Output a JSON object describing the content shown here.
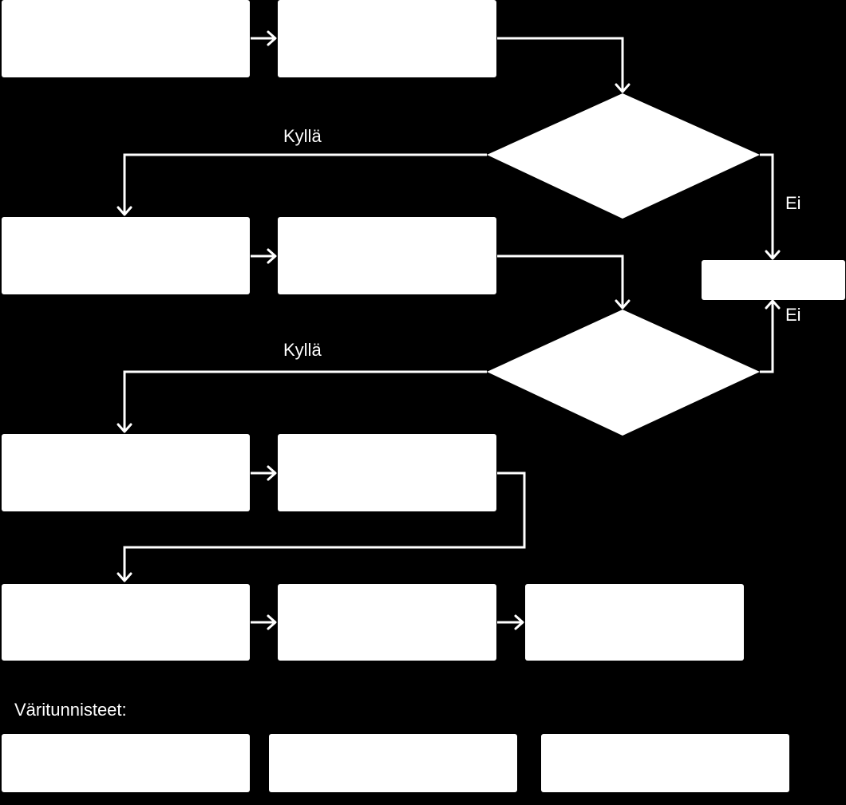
{
  "colors": {
    "background": "#000000",
    "shape_fill": "#ffffff",
    "connector": "#ffffff",
    "text": "#ffffff"
  },
  "labels": {
    "yes_1": "Kyllä",
    "no_1": "Ei",
    "yes_2": "Kyllä",
    "no_2": "Ei",
    "legend_title": "Väritunnisteet:"
  }
}
